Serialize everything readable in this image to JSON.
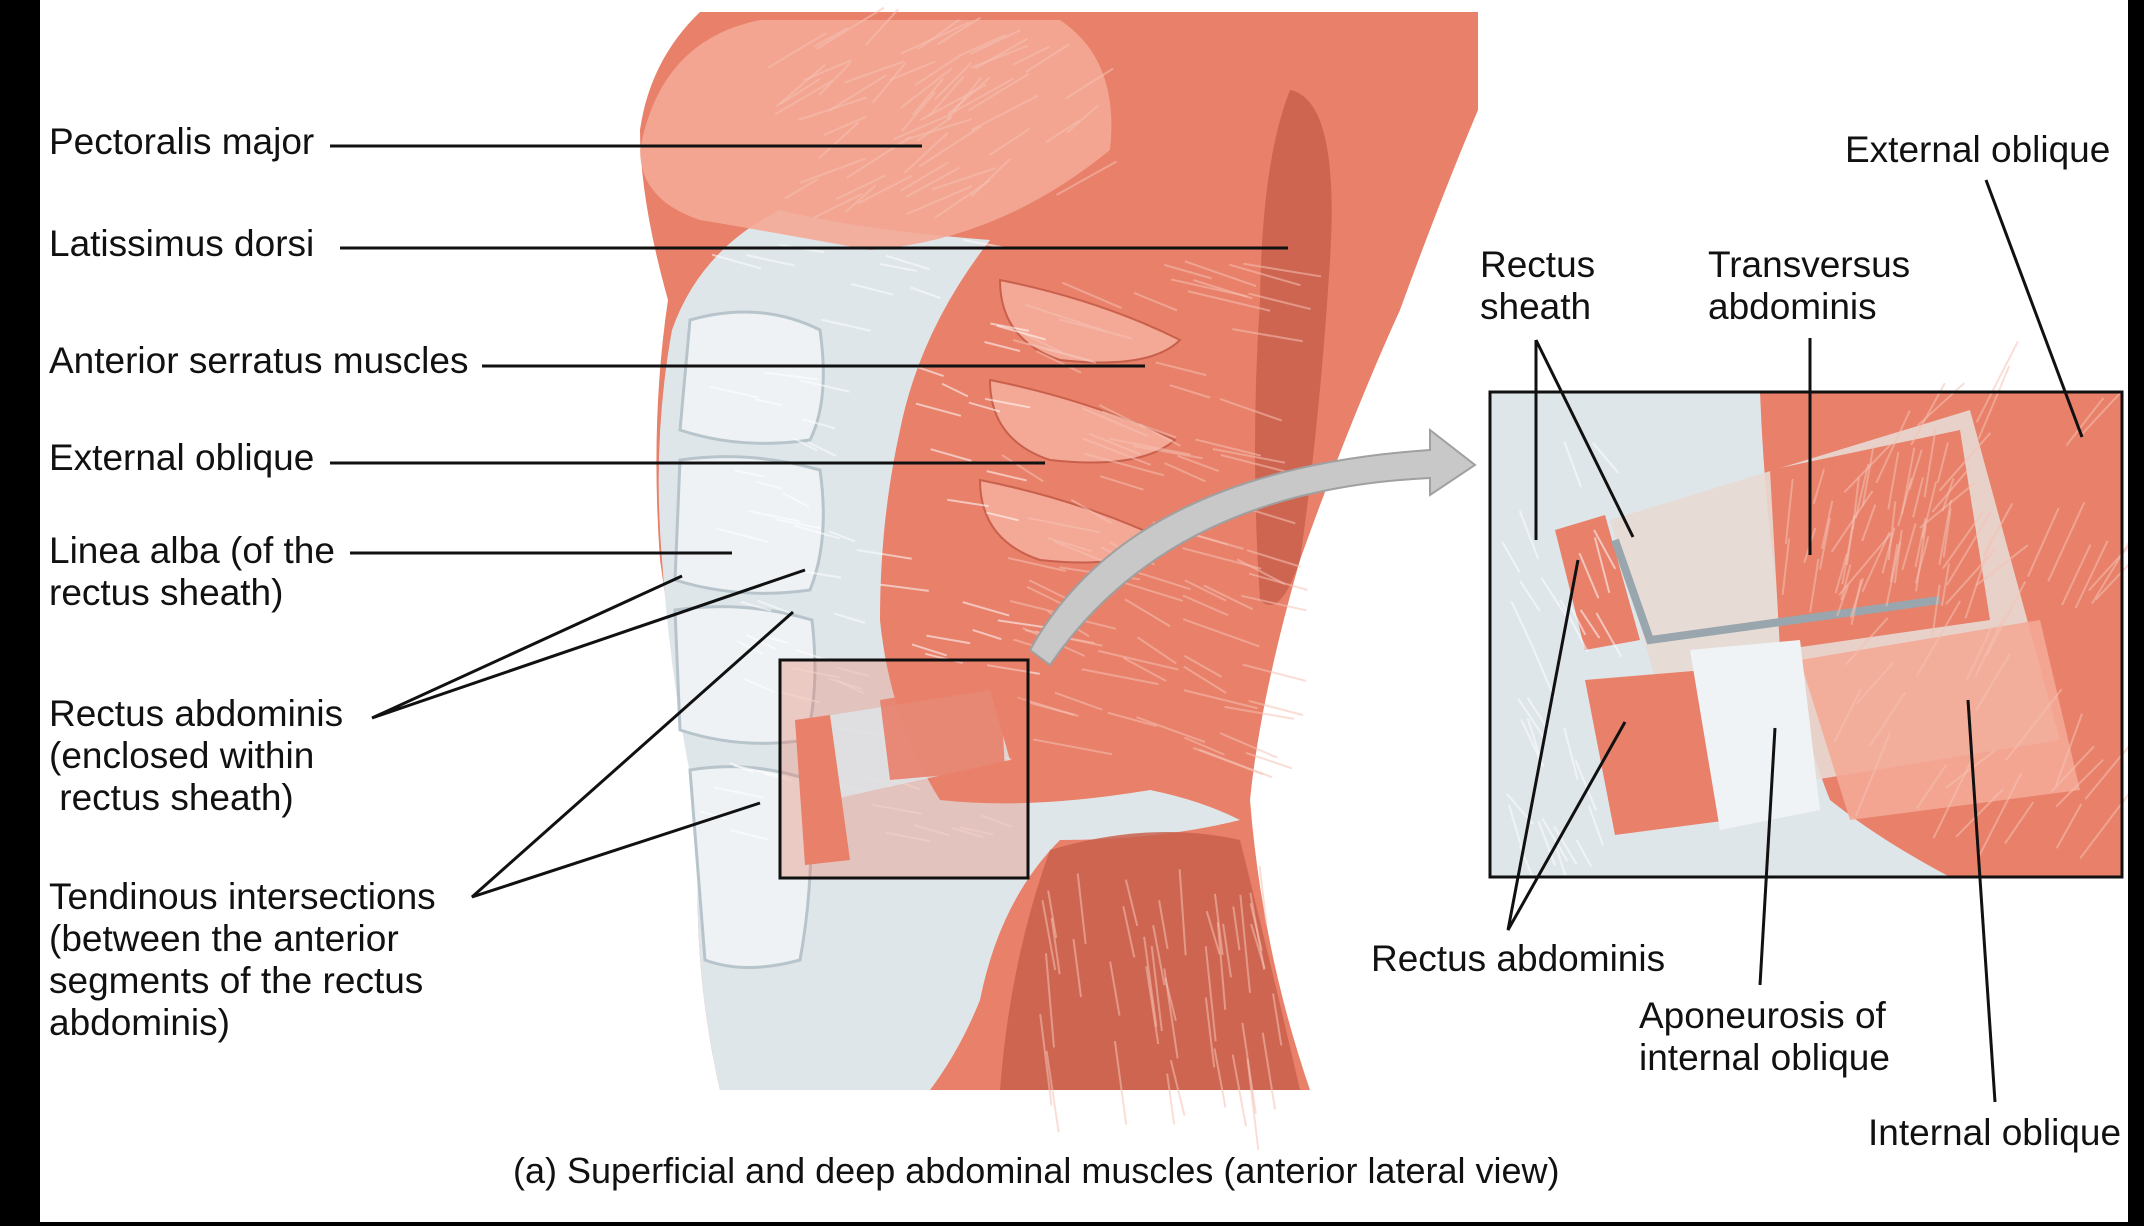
{
  "labels": {
    "pectoralis_major": "Pectoralis major",
    "latissimus_dorsi": "Latissimus dorsi",
    "anterior_serratus": "Anterior serratus muscles",
    "external_oblique_left": "External oblique",
    "linea_alba": "Linea alba (of the\nrectus sheath)",
    "rectus_abdominis_left": "Rectus abdominis\n(enclosed within\n rectus sheath)",
    "tendinous_intersections": "Tendinous intersections\n(between the anterior\nsegments of the rectus\nabdominis)",
    "rectus_sheath": "Rectus\nsheath",
    "transversus_abdominis": "Transversus\nabdominis",
    "external_oblique_right": "External oblique",
    "rectus_abdominis_right": "Rectus abdominis",
    "aponeurosis": "Aponeurosis of\ninternal oblique",
    "internal_oblique": "Internal oblique"
  },
  "caption": "(a) Superficial and deep abdominal muscles (anterior lateral view)",
  "colors": {
    "muscle": "#e8806a",
    "muscle_dark": "#c9604c",
    "muscle_light": "#f4a896",
    "fascia": "#dfe6ea",
    "fascia_dark": "#b8c4cb",
    "leader_line": "#111111",
    "arrow": "#c8c8c8"
  }
}
